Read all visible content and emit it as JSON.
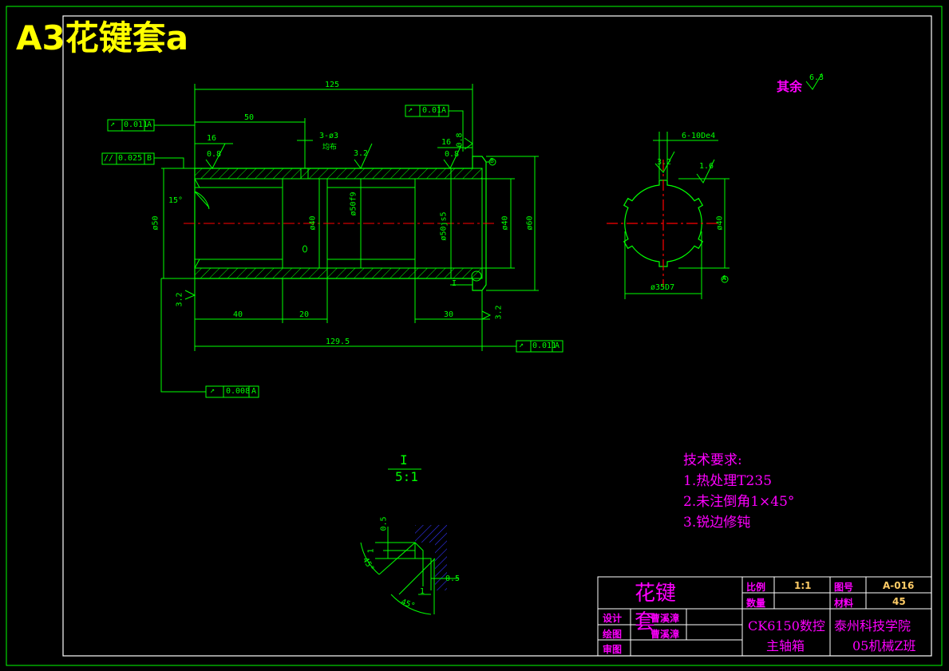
{
  "drawing": {
    "title": "A3花键套a",
    "surface_other": "其余",
    "surface_other_value": "6.3"
  },
  "main_view": {
    "dims": {
      "total_len": "125",
      "len_50": "50",
      "len_16_left": "16",
      "holes": "3-ø3",
      "holes_sub": "均布",
      "len_16_right": "16",
      "rough_08_left": "0.8",
      "rough_32_top": "3.2",
      "rough_08_right": "0.8",
      "rough_08_vert": "0.8",
      "chamfer_15": "15°",
      "dia_50": "ø50",
      "dia_40_a": "ø40",
      "dia_50f9": "ø50f9",
      "dia_50js5": "ø50js5",
      "dia_40_b": "ø40",
      "dia_60": "ø60",
      "len_40": "40",
      "len_20": "20",
      "len_30": "30",
      "len_1295": "129.5",
      "rough_32_left": "3.2",
      "rough_32_right": "3.2",
      "detail_mark": "I",
      "datum_b_mark": "B",
      "datum_a_mark": "A"
    },
    "tolerances": {
      "runout_011": {
        "sym": "↗",
        "val": "0.011",
        "datum": "A"
      },
      "parallel_025": {
        "sym": "//",
        "val": "0.025",
        "datum": "B"
      },
      "runout_01": {
        "sym": "↗",
        "val": "0.01",
        "datum": "A"
      },
      "runout_011b": {
        "sym": "↗",
        "val": "0.011",
        "datum": "A"
      },
      "runout_008": {
        "sym": "↗",
        "val": "0.008",
        "datum": "A"
      }
    }
  },
  "section_view": {
    "spline": "6-10De4",
    "rough_32": "3.2",
    "rough_16": "1.6",
    "dia_40": "ø40",
    "dia_35": "ø35D7",
    "datum_a": "A"
  },
  "detail_view": {
    "label": "I",
    "scale": "5:1",
    "dim_05_top": "0.5",
    "dim_1_left": "1",
    "dim_45_left": "45°",
    "dim_1_bottom": "1",
    "dim_05_right": "0.5",
    "dim_45_bottom": "45°"
  },
  "tech_requirements": {
    "title": "技术要求:",
    "items": [
      "1.热处理T235",
      "2.未注倒角1×45°",
      "3.锐边修钝"
    ]
  },
  "title_block": {
    "part_name": "花键套",
    "scale_label": "比例",
    "scale_value": "1:1",
    "drawing_no_label": "图号",
    "drawing_no": "A-016",
    "qty_label": "数量",
    "material_label": "材料",
    "material": "45",
    "design_label": "设计",
    "design_name": "曹溪漳",
    "draw_label": "绘图",
    "draw_name": "曹溪漳",
    "review_label": "审图",
    "machine": "CK6150数控",
    "assembly": "主轴箱",
    "school": "泰州科技学院",
    "class": "05机械Z班"
  },
  "colors": {
    "line": "#00ff00",
    "text_yellow": "#ffff00",
    "text_magenta": "#ff00ff",
    "center_red": "#ff0000",
    "hatch_blue": "#3333ff",
    "frame_white": "#ffffff"
  }
}
